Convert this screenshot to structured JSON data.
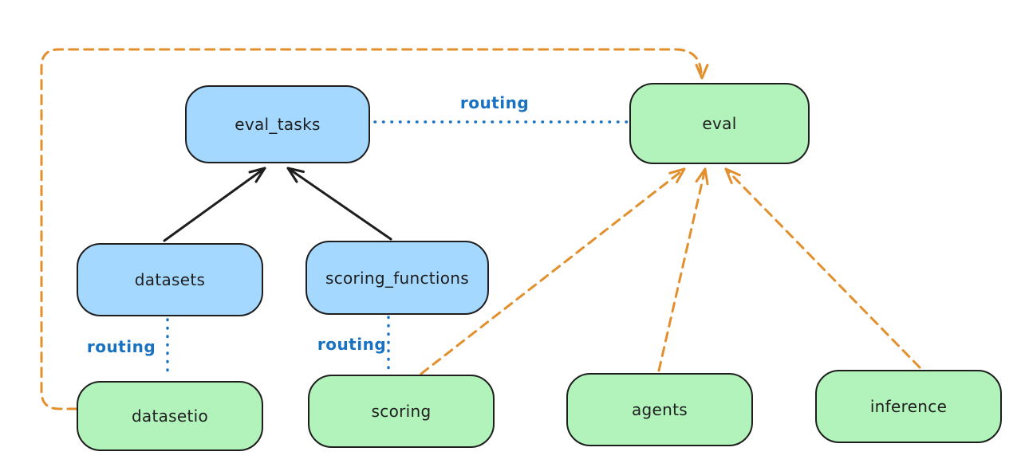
{
  "diagram": {
    "kind": "architecture-diagram",
    "background": "#ffffff"
  },
  "palette": {
    "node_stroke": "#1e1e1e",
    "blue_node_fill": "#a5d8ff",
    "green_node_fill": "#b2f2bb",
    "routing_blue": "#1971c2",
    "orange_dashed": "#e2902e",
    "black_arrow": "#1e1e1e"
  },
  "nodes": {
    "eval_tasks": {
      "label": "eval_tasks",
      "fill": "blue"
    },
    "eval": {
      "label": "eval",
      "fill": "green"
    },
    "datasets": {
      "label": "datasets",
      "fill": "blue"
    },
    "scoring_functions": {
      "label": "scoring_functions",
      "fill": "blue"
    },
    "datasetio": {
      "label": "datasetio",
      "fill": "green"
    },
    "scoring": {
      "label": "scoring",
      "fill": "green"
    },
    "agents": {
      "label": "agents",
      "fill": "green"
    },
    "inference": {
      "label": "inference",
      "fill": "green"
    }
  },
  "edge_labels": {
    "eval_tasks_to_eval": "routing",
    "datasets_to_datasetio": "routing",
    "scoring_functions_to_scoring": "routing"
  },
  "edges": [
    {
      "from": "datasets",
      "to": "eval_tasks",
      "style": "solid-arrow",
      "color": "#1e1e1e"
    },
    {
      "from": "scoring_functions",
      "to": "eval_tasks",
      "style": "solid-arrow",
      "color": "#1e1e1e"
    },
    {
      "from": "eval_tasks",
      "to": "eval",
      "style": "dotted-line",
      "label": "routing",
      "color": "#1971c2"
    },
    {
      "from": "datasets",
      "to": "datasetio",
      "style": "dotted-line",
      "label": "routing",
      "color": "#1971c2"
    },
    {
      "from": "scoring_functions",
      "to": "scoring",
      "style": "dotted-line",
      "label": "routing",
      "color": "#1971c2"
    },
    {
      "from": "datasetio",
      "to": "eval",
      "style": "dashed-arrow",
      "color": "#e2902e"
    },
    {
      "from": "scoring",
      "to": "eval",
      "style": "dashed-arrow",
      "color": "#e2902e"
    },
    {
      "from": "agents",
      "to": "eval",
      "style": "dashed-arrow",
      "color": "#e2902e"
    },
    {
      "from": "inference",
      "to": "eval",
      "style": "dashed-arrow",
      "color": "#e2902e"
    }
  ]
}
